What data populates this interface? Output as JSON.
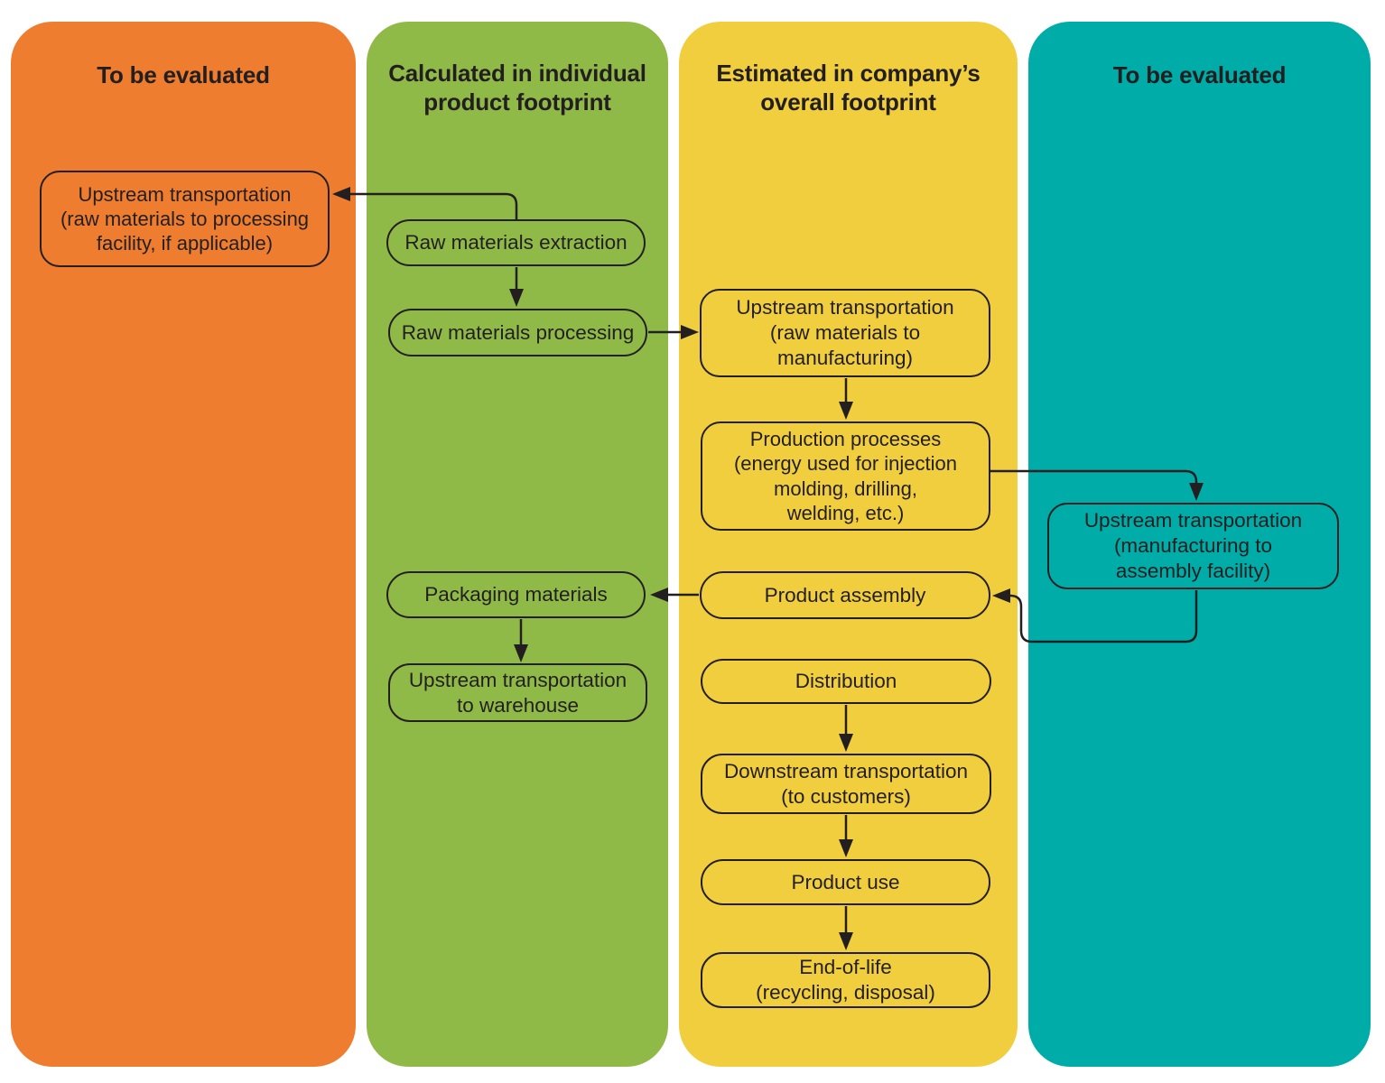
{
  "diagram": {
    "stroke_color": "#231f20",
    "background": "#ffffff",
    "columns": [
      {
        "title": "To be evaluated",
        "color": "#ef7d2f"
      },
      {
        "title": "Calculated in individual\nproduct footprint",
        "color": "#90ba47"
      },
      {
        "title": "Estimated in company’s\noverall footprint",
        "color": "#f1ce3d"
      },
      {
        "title": "To be evaluated",
        "color": "#00aca8"
      }
    ],
    "nodes": {
      "upstream_to_processing": "Upstream transportation\n(raw materials to processing\nfacility, if applicable)",
      "raw_materials_extraction": "Raw materials extraction",
      "raw_materials_processing": "Raw materials processing",
      "upstream_to_manufacturing": "Upstream transportation\n(raw materials to\nmanufacturing)",
      "production_processes": "Production processes\n(energy used for injection\nmolding, drilling,\nwelding, etc.)",
      "product_assembly": "Product assembly",
      "packaging_materials": "Packaging materials",
      "upstream_to_warehouse": "Upstream transportation\nto warehouse",
      "distribution": "Distribution",
      "downstream_transportation": "Downstream transportation\n(to customers)",
      "product_use": "Product use",
      "end_of_life": "End-of-life\n(recycling, disposal)",
      "upstream_to_assembly": "Upstream transportation\n(manufacturing to\nassembly facility)"
    }
  }
}
